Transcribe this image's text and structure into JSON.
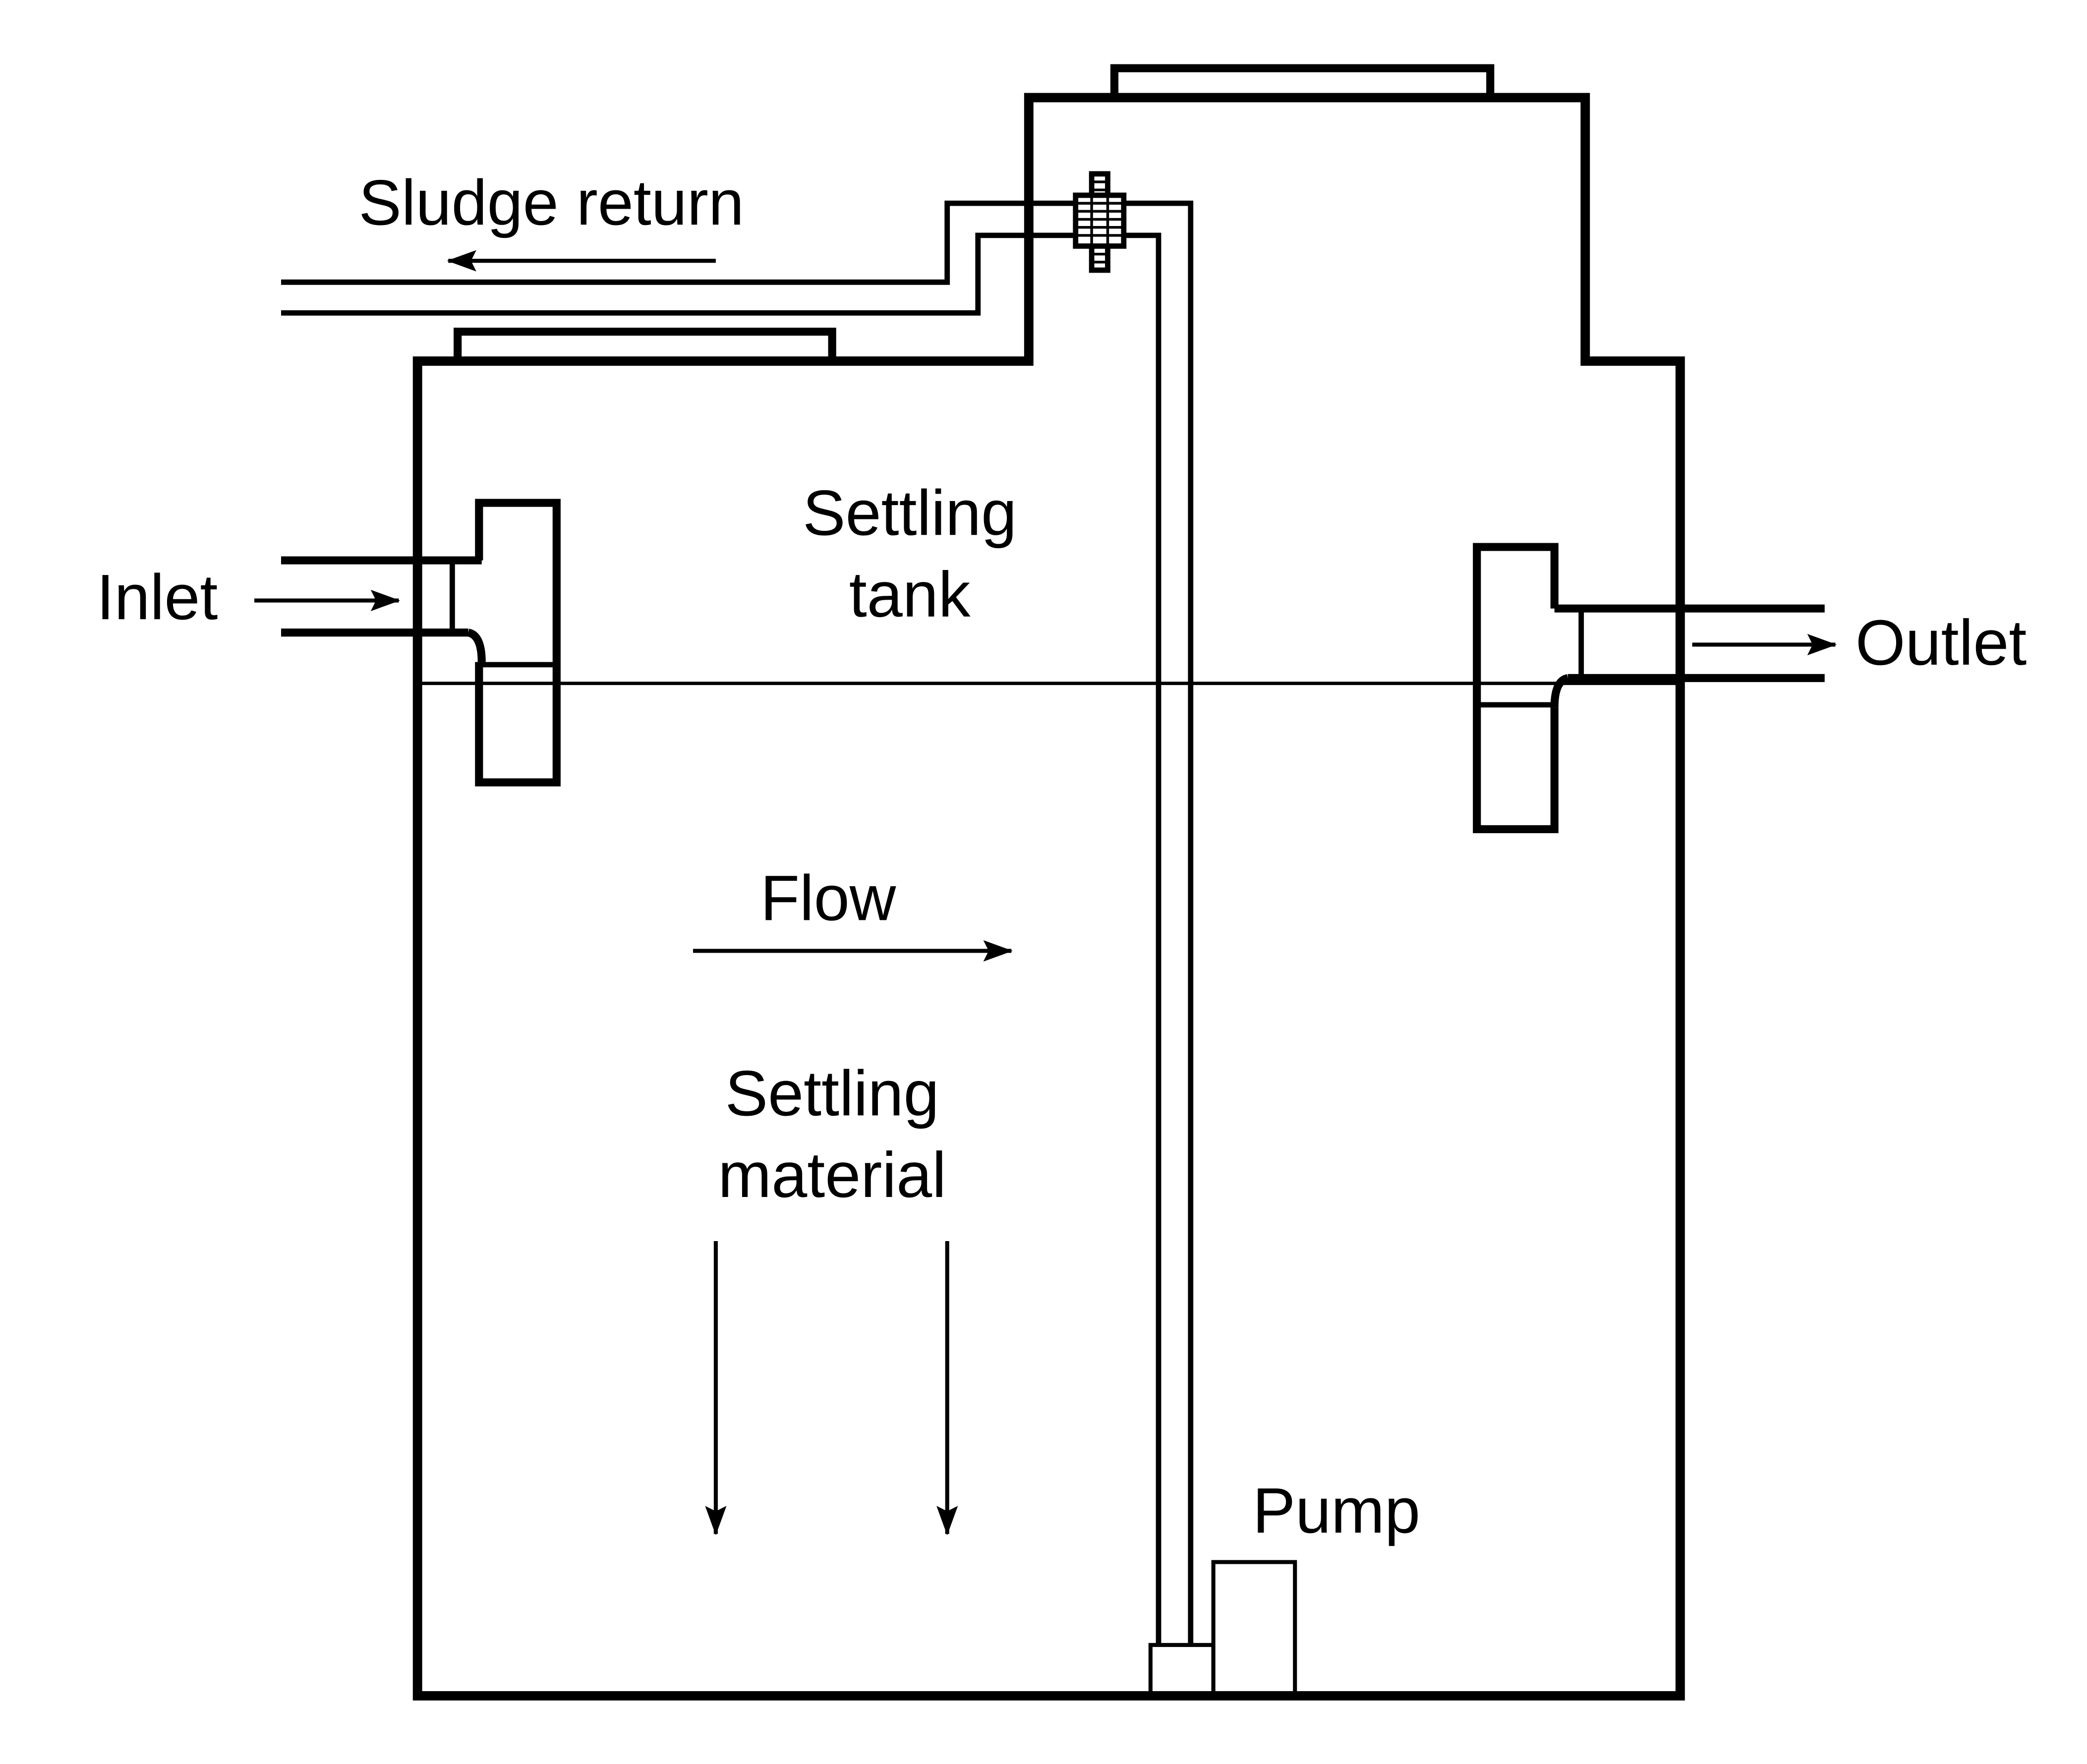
{
  "title": "Settling tank with sludge return pump",
  "colors": {
    "line": "#000000",
    "background": "#ffffff"
  },
  "labels": {
    "sludge_return": "Sludge return",
    "inlet": "Inlet",
    "outlet": "Outlet",
    "settling_tank_1": "Settling",
    "settling_tank_2": "tank",
    "flow": "Flow",
    "settling_material_1": "Settling",
    "settling_material_2": "material",
    "pump": "Pump"
  }
}
